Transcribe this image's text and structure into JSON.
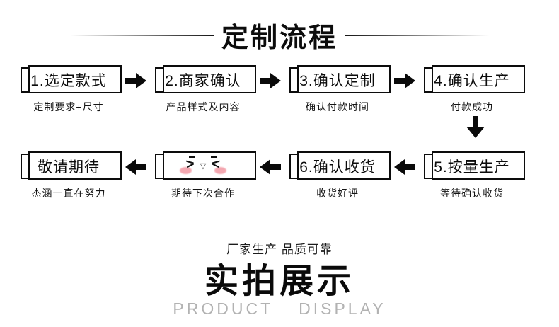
{
  "header": {
    "title": "定制流程"
  },
  "flow": {
    "row1": [
      {
        "label": "1.选定款式",
        "caption": "定制要求+尺寸"
      },
      {
        "label": "2.商家确认",
        "caption": "产品样式及内容"
      },
      {
        "label": "3.确认定制",
        "caption": "确认付款时间"
      },
      {
        "label": "4.确认生产",
        "caption": "付款成功"
      }
    ],
    "row2": [
      {
        "label": "敬请期待",
        "caption": "杰涵一直在努力"
      },
      {
        "label": "",
        "caption": "期待下次合作",
        "face": {
          "left_eye": ">",
          "mouth": "▽",
          "right_eye": "<"
        }
      },
      {
        "label": "6.确认收货",
        "caption": "收货好评"
      },
      {
        "label": "5.按量生产",
        "caption": "等待确认收货"
      }
    ]
  },
  "footer": {
    "tagline": "厂家生产 品质可靠",
    "display_title": "实拍展示",
    "display_subtitle_en": "PRODUCT DISPLAY"
  },
  "colors": {
    "text": "#0c0c0c",
    "blush_pink": "#f298a3",
    "subtitle_gray": "#b2b2b2"
  }
}
